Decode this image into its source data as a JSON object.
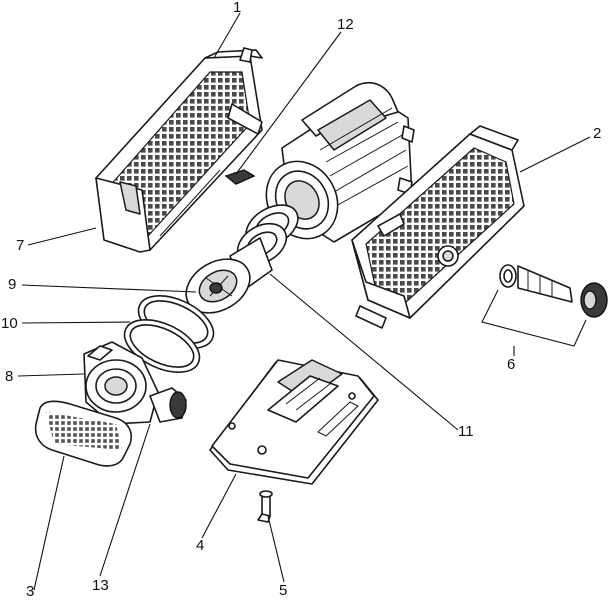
{
  "labels": {
    "l1": "1",
    "l2": "2",
    "l3": "3",
    "l4": "4",
    "l5": "5",
    "l6": "6",
    "l7": "7",
    "l8": "8",
    "l9": "9",
    "l10": "10",
    "l11": "11",
    "l12": "12",
    "l13": "13"
  },
  "colors": {
    "line": "#1a1a1a",
    "fill": "#ffffff",
    "shade": "#d9d9d9"
  }
}
